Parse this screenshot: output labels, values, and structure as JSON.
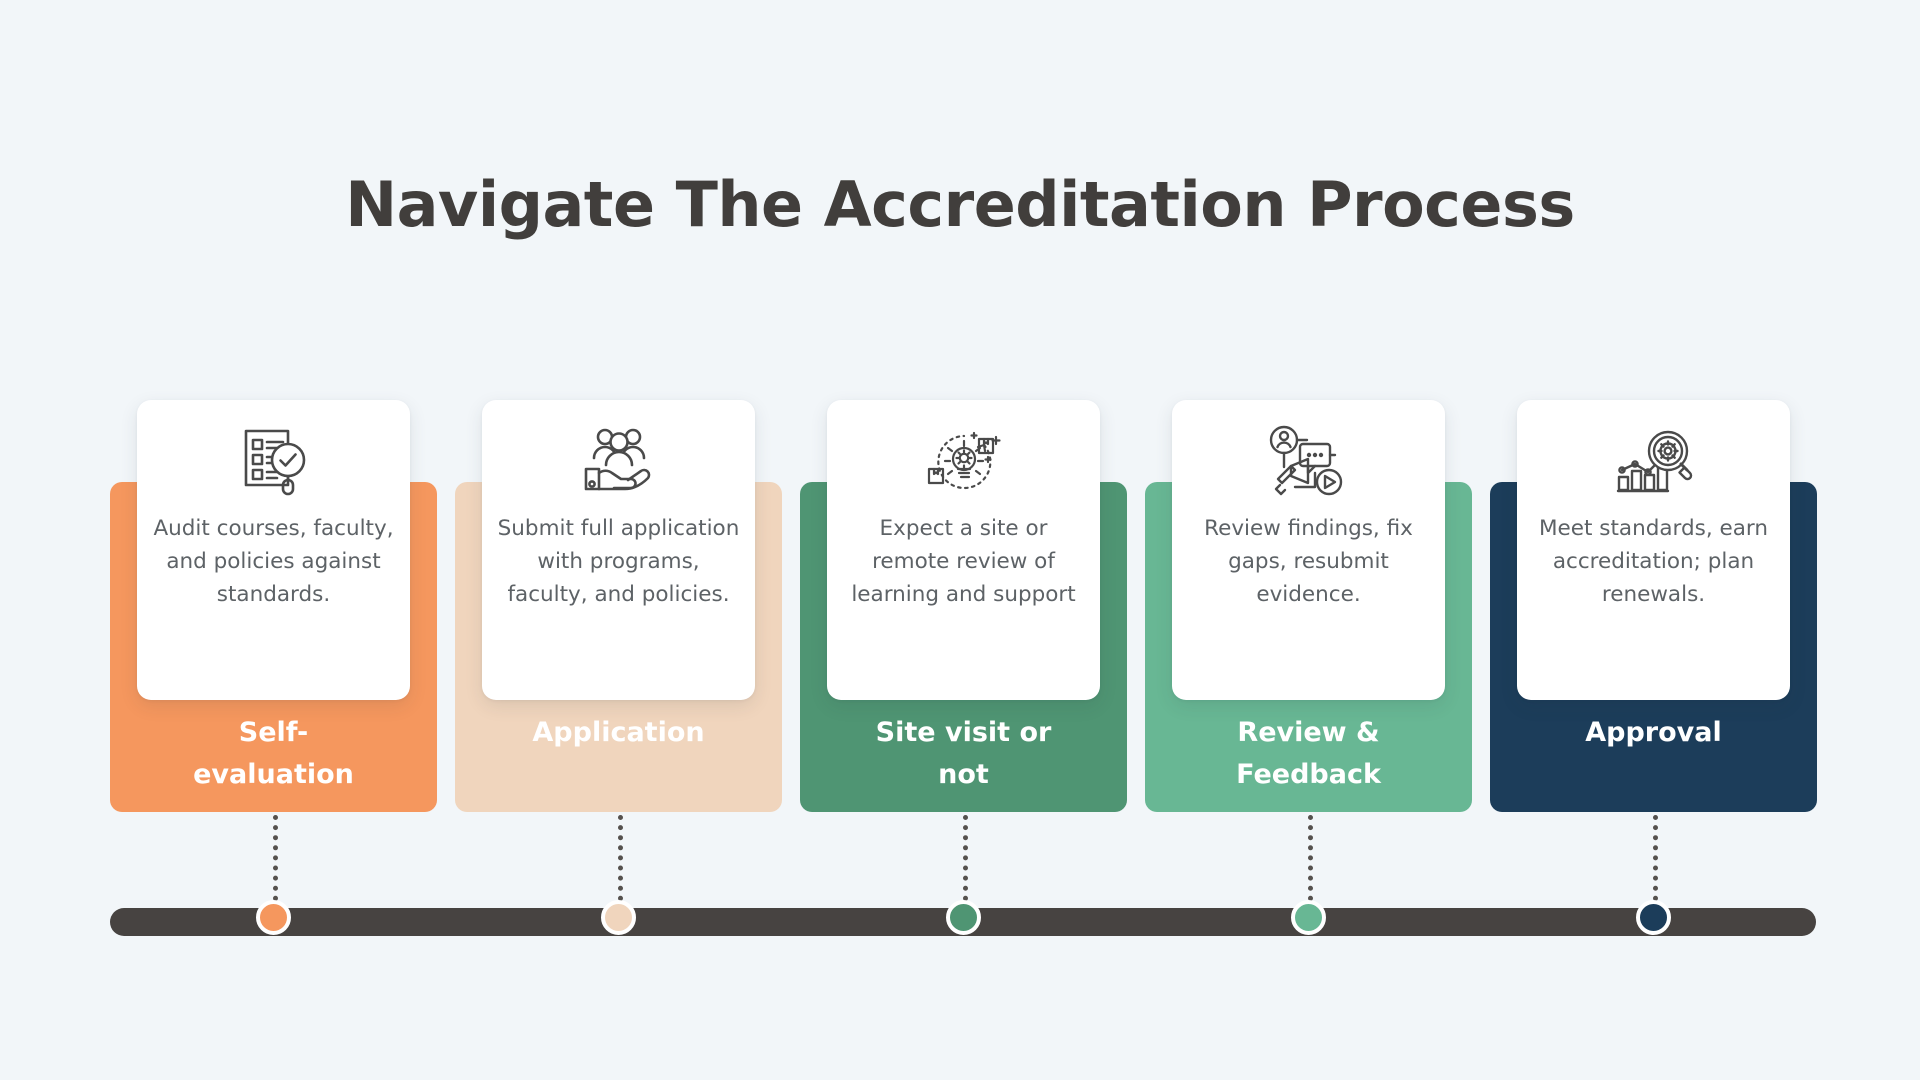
{
  "page": {
    "title": "Navigate The Accreditation Process",
    "background_color": "#f2f6f9",
    "title_color": "#413e3c",
    "rail_color": "#474341",
    "body_text_color": "#5d6266"
  },
  "steps": [
    {
      "label": "Self-\nevaluation",
      "description": "Audit courses, faculty, and policies against standards.",
      "color": "#f5975e",
      "icon": "checklist-magnifier-icon"
    },
    {
      "label": "Application",
      "description": "Submit full application with programs, faculty, and policies.",
      "color": "#f0d5bd",
      "icon": "hand-holding-people-icon"
    },
    {
      "label": "Site visit or\nnot",
      "description": "Expect a site or remote review of learning and support",
      "color": "#4f9573",
      "icon": "lightbulb-gear-idea-icon"
    },
    {
      "label": "Review &\nFeedback",
      "description": "Review findings, fix gaps, resubmit evidence.",
      "color": "#68b794",
      "icon": "megaphone-feedback-icon"
    },
    {
      "label": "Approval",
      "description": "Meet standards, earn accreditation; plan renewals.",
      "color": "#1c3d5a",
      "icon": "chart-magnifier-gear-icon"
    }
  ],
  "timeline": {
    "markers": [
      {
        "step": "Self-evaluation",
        "color": "#f5975e"
      },
      {
        "step": "Application",
        "color": "#f0d5bd"
      },
      {
        "step": "Site visit or not",
        "color": "#4f9573"
      },
      {
        "step": "Review & Feedback",
        "color": "#68b794"
      },
      {
        "step": "Approval",
        "color": "#1c3d5a"
      }
    ]
  }
}
